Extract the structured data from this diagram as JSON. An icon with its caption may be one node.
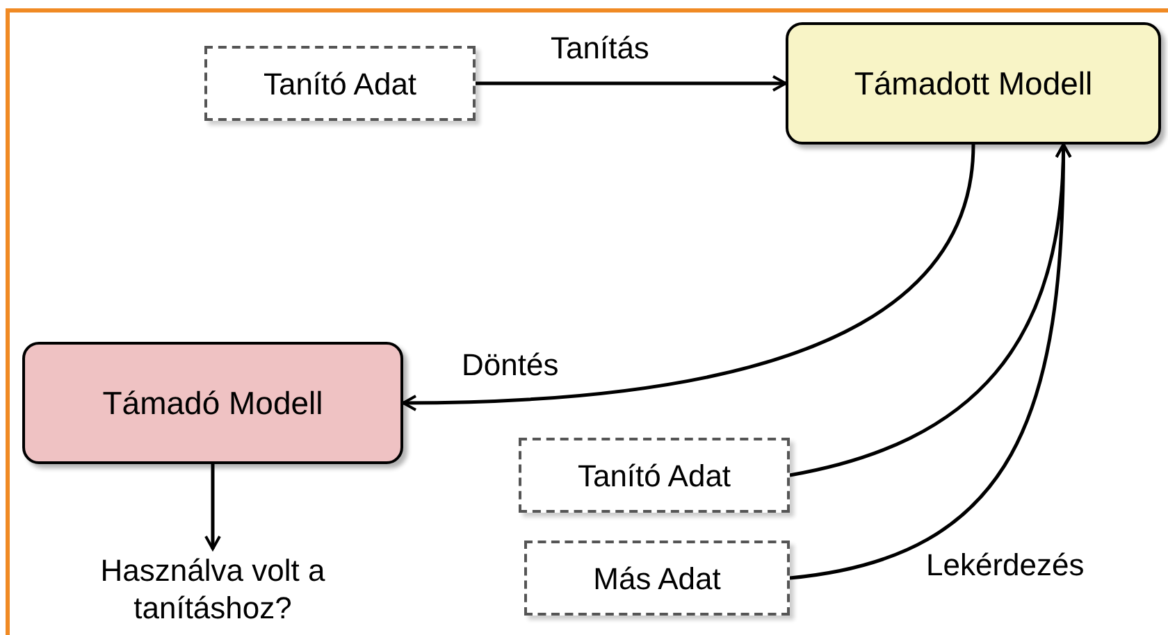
{
  "diagram": {
    "nodes": [
      {
        "text": [
          "Tanító Adat"
        ]
      },
      {
        "text": [
          "Támadott Modell"
        ]
      },
      {
        "text": [
          "Támadó Modell"
        ]
      },
      {
        "text": [
          "Használva volt a tanításhoz?"
        ]
      },
      {
        "text": [
          "Tanító Adat"
        ]
      },
      {
        "text": [
          "Más Adat"
        ]
      }
    ],
    "edges": [
      {
        "from": 0,
        "to": 1,
        "arrow": "to",
        "label": "Tanítás"
      },
      {
        "from": 1,
        "to": 2,
        "arrow": "to",
        "label": "Döntés"
      },
      {
        "from": 2,
        "to": 3,
        "arrow": "to"
      },
      {
        "from": 4,
        "to": 1,
        "arrow": "to"
      },
      {
        "from": 5,
        "to": 1,
        "arrow": "to",
        "label": "Lekérdezés"
      }
    ]
  }
}
